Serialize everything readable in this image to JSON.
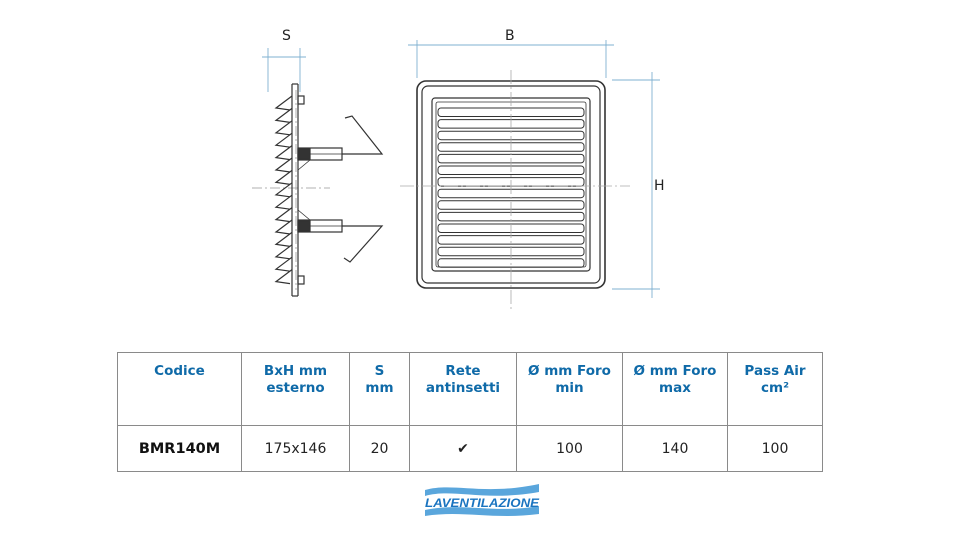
{
  "drawing": {
    "dimension_labels": {
      "s": "S",
      "b": "B",
      "h": "H"
    }
  },
  "table": {
    "headers": [
      [
        "Codice"
      ],
      [
        "BxH mm",
        "esterno"
      ],
      [
        "S",
        "mm"
      ],
      [
        "Rete",
        "antinsetti"
      ],
      [
        "Ø mm Foro",
        "min"
      ],
      [
        "Ø mm Foro",
        "max"
      ],
      [
        "Pass Air",
        "cm²"
      ]
    ],
    "row": {
      "code": "BMR140M",
      "bxh": "175x146",
      "s": "20",
      "rete": "✔",
      "foro_min": "100",
      "foro_max": "140",
      "pass_air": "100"
    }
  },
  "logo": {
    "text": "LAVENTILAZIONE",
    "color": "#1a74c0"
  },
  "colors": {
    "header_text": "#0f6aa8",
    "dimension_line": "#7fb0d0",
    "drawing_line": "#333333"
  }
}
